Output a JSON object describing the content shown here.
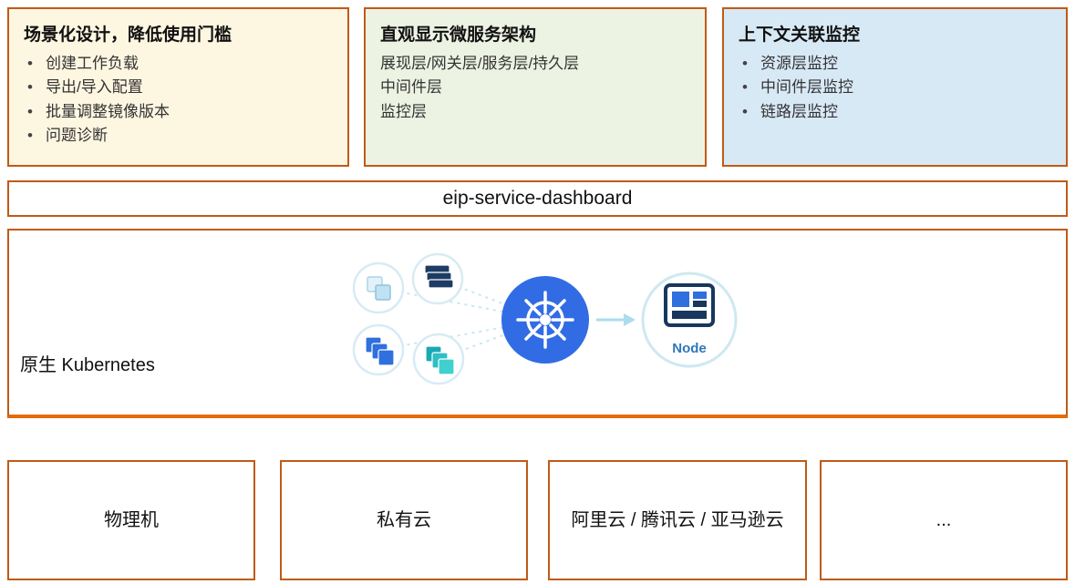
{
  "feature_boxes": [
    {
      "title": "场景化设计，降低使用门槛",
      "items": [
        "创建工作负载",
        "导出/导入配置",
        "批量调整镜像版本",
        "问题诊断"
      ],
      "bg": "#fdf6e1",
      "bulleted": true
    },
    {
      "title": "直观显示微服务架构",
      "items": [
        "展现层/网关层/服务层/持久层",
        "中间件层",
        "监控层"
      ],
      "bg": "#edf3e3",
      "bulleted": false
    },
    {
      "title": "上下文关联监控",
      "items": [
        "资源层监控",
        "中间件层监控",
        "链路层监控"
      ],
      "bg": "#d8e9f6",
      "bulleted": true
    }
  ],
  "dashboard": {
    "label": "eip-service-dashboard"
  },
  "kubernetes": {
    "label": "原生 Kubernetes",
    "node_label": "Node",
    "icons": [
      "workload-icon-light-blue",
      "stack-icon-dark",
      "stack-icon-blue",
      "stack-icon-teal",
      "kubernetes-wheel-icon",
      "arrow-right-icon",
      "node-icon"
    ]
  },
  "infrastructure": [
    {
      "label": "物理机"
    },
    {
      "label": "私有云"
    },
    {
      "label": "阿里云 / 腾讯云 / 亚马逊云"
    },
    {
      "label": "..."
    }
  ],
  "colors": {
    "border_orange": "#bf5b17",
    "divider_orange": "#e36c09",
    "box1_bg": "#fdf6e1",
    "box2_bg": "#edf3e3",
    "box3_bg": "#d8e9f6",
    "kubernetes_blue": "#326ce5",
    "node_text_blue": "#2e77b8",
    "connector_blue": "#c9e6f2"
  }
}
